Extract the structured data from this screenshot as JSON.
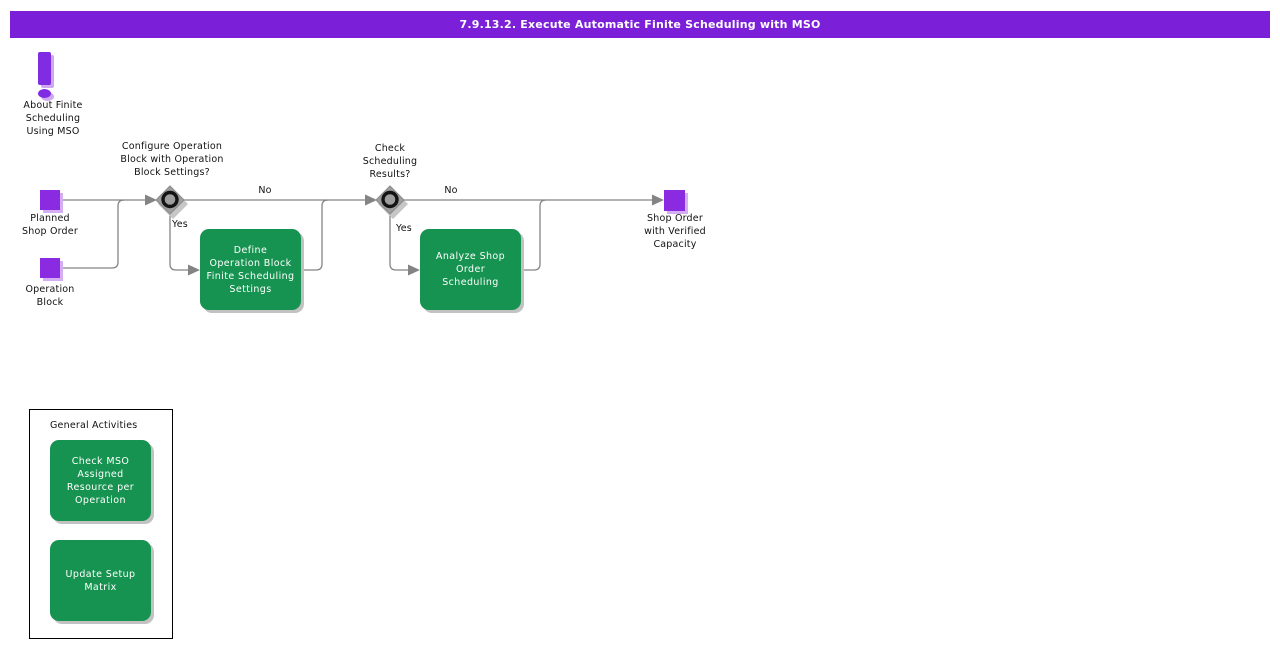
{
  "title_bar": {
    "text": "7.9.13.2. Execute Automatic Finite Scheduling with MSO"
  },
  "flow": {
    "about": {
      "label": "About Finite\nScheduling\nUsing MSO"
    },
    "planned_shop_order": {
      "label": "Planned\nShop Order"
    },
    "operation_block": {
      "label": "Operation\nBlock"
    },
    "decision1": {
      "question": "Configure Operation\nBlock with Operation\nBlock Settings?",
      "no_label": "No",
      "yes_label": "Yes"
    },
    "define_settings": {
      "label": "Define\nOperation Block\nFinite Scheduling\nSettings"
    },
    "decision2": {
      "question": "Check\nScheduling\nResults?",
      "no_label": "No",
      "yes_label": "Yes"
    },
    "analyze_scheduling": {
      "label": "Analyze Shop\nOrder\nScheduling"
    },
    "shop_order_verified": {
      "label": "Shop Order\nwith Verified\nCapacity"
    }
  },
  "general_activities": {
    "title": "General Activities",
    "items": [
      {
        "label": "Check MSO\nAssigned\nResource per\nOperation"
      },
      {
        "label": "Update Setup\nMatrix"
      }
    ]
  },
  "colors": {
    "title_bar": "#7c1fd9",
    "event_purple": "#8a2be2",
    "activity_green": "#169350",
    "connector_gray": "#848484",
    "decision_gray": "#9e9e9e"
  }
}
